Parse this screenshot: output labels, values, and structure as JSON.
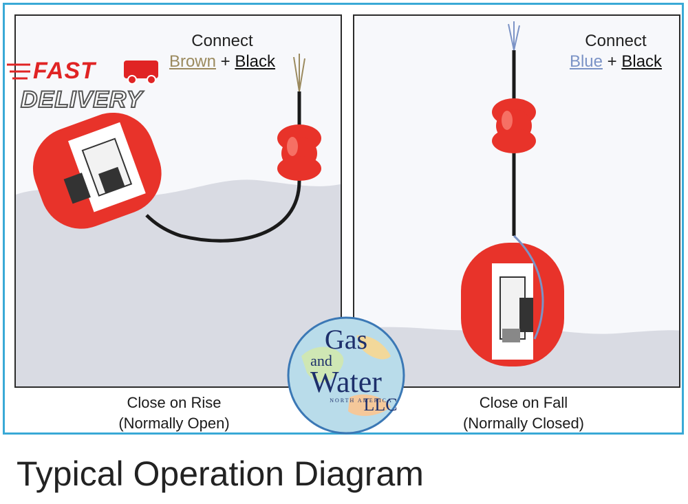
{
  "badge": {
    "line1": "FAST",
    "line2": "DELIVERY"
  },
  "left_panel": {
    "connect_heading": "Connect",
    "wire1": "Brown",
    "plus": "+",
    "wire2": "Black",
    "caption_line1": "Close on Rise",
    "caption_line2": "(Normally Open)"
  },
  "right_panel": {
    "connect_heading": "Connect",
    "wire1": "Blue",
    "plus": "+",
    "wire2": "Black",
    "caption_line1": "Close on Fall",
    "caption_line2": "(Normally Closed)"
  },
  "logo": {
    "word1": "Gas",
    "word2": "and",
    "word3": "Water",
    "word4": "LLC",
    "word5": "NORTH AMERICA"
  },
  "title": "Typical Operation Diagram",
  "colors": {
    "frame": "#39a9d6",
    "float_red": "#e8332a",
    "water": "#d9dbe3",
    "brown_wire": "#9b8a5e",
    "blue_wire": "#7b93c6"
  }
}
